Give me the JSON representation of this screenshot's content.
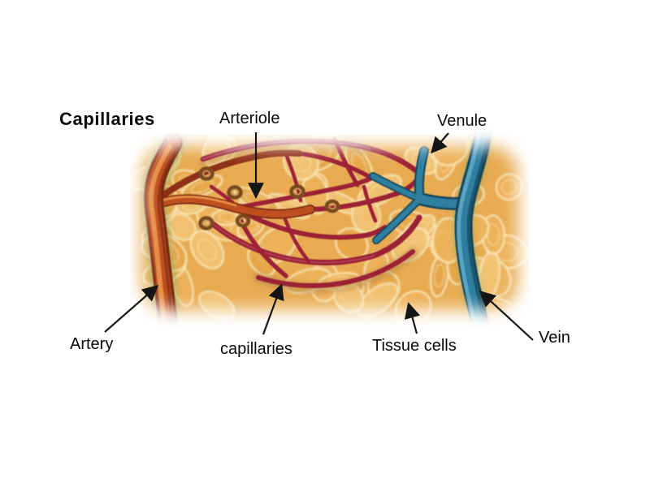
{
  "diagram": {
    "title": "Capillaries",
    "annotations": [
      {
        "id": "arteriole",
        "label": "Arteriole"
      },
      {
        "id": "venule",
        "label": "Venule"
      },
      {
        "id": "artery",
        "label": "Artery"
      },
      {
        "id": "capillaries",
        "label": "capillaries"
      },
      {
        "id": "tissue_cells",
        "label": "Tissue cells"
      },
      {
        "id": "vein",
        "label": "Vein"
      }
    ]
  },
  "colors": {
    "background": "#ffffff",
    "label_text": "#0a0a0a",
    "arrow": "#151515",
    "tissue_base": "#e8ab52",
    "cell_fill_1": "#edb25a",
    "cell_fill_2": "#f2c476",
    "cell_fill_3": "#e6a648",
    "cell_outline": "#f8e7b6",
    "tissue_shadow": "#b98a4a",
    "tint_green": "#a2ad62",
    "artery_body": "#bf4f1f",
    "artery_dark": "#7e2a12",
    "artery_highlight": "#e99247",
    "capillary": "#9c2136",
    "capillary_highlight": "#c05a6a",
    "sphincter": "#7a4a1e",
    "sphincter_highlight": "#d09c58",
    "vein_body": "#2e7fa0",
    "vein_dark": "#16455c",
    "vein_highlight": "#62aac8"
  }
}
